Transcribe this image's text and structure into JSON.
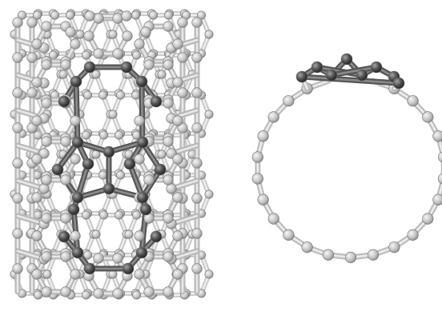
{
  "figure": {
    "panels": [
      {
        "id": "side-view",
        "description_name": "nanotube-side-view"
      },
      {
        "id": "cross-section",
        "description_name": "nanotube-cross-section"
      }
    ],
    "colors": {
      "light_atom": "#c4c4c4",
      "light_atom_highlight": "#f2f2f2",
      "dark_atom": "#4a4a4a",
      "dark_atom_highlight": "#9a9a9a",
      "light_bond": "#bdbdbd",
      "dark_bond": "#555555",
      "background": "#ffffff"
    }
  }
}
